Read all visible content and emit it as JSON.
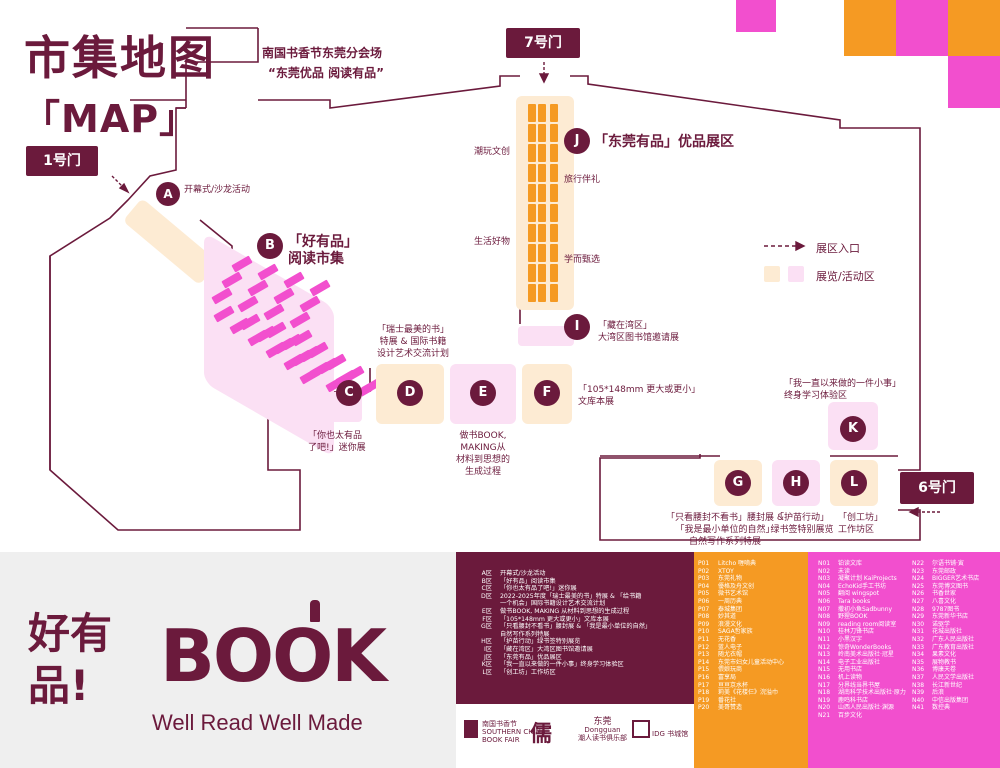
{
  "header": {
    "title": "市集地图",
    "title_en": "「MAP」",
    "subtitle_1": "南国书香节东莞分会场",
    "subtitle_2": "“东莞优品 阅读有品”"
  },
  "doors": {
    "door1": "1号门",
    "door6": "6号门",
    "door7": "7号门"
  },
  "zones": {
    "A": {
      "letter": "A",
      "label": "开幕式/沙龙活动"
    },
    "B": {
      "letter": "B",
      "label_1": "「好有品」",
      "label_2": "阅读市集"
    },
    "C": {
      "letter": "C",
      "label_1": "「你也太有品",
      "label_2": "了吧!」迷你展"
    },
    "D": {
      "letter": "D",
      "label_1": "「瑞士最美的书」",
      "label_2": "特展 & 国际书籍",
      "label_3": "设计艺术交流计划"
    },
    "E": {
      "letter": "E",
      "label_1": "做书BOOK,",
      "label_2": "MAKING从",
      "label_3": "材料到思想的",
      "label_4": "生成过程"
    },
    "F": {
      "letter": "F",
      "label_1": "「105*148mm 更大或更小」",
      "label_2": "文库本展"
    },
    "G": {
      "letter": "G",
      "label_1": "「只看腰封不看书」腰封展 &",
      "label_2": "「我是最小单位的自然」",
      "label_3": "自然写作系列特展"
    },
    "H": {
      "letter": "H",
      "label_1": "「护苗行动」",
      "label_2": "绿书签特别展览"
    },
    "I": {
      "letter": "I",
      "label_1": "「藏在湾区」",
      "label_2": "大湾区图书馆邀请展"
    },
    "J": {
      "letter": "J",
      "label": "「东莞有品」优品展区"
    },
    "K": {
      "letter": "K",
      "label_1": "「我一直以来做的一件小事」",
      "label_2": "终身学习体验区"
    },
    "L": {
      "letter": "L",
      "label_1": "「创工坊」",
      "label_2": "工作坊区"
    }
  },
  "area_labels": {
    "chaowan": "潮玩文创",
    "lvxing": "旅行伴礼",
    "shenghuo": "生活好物",
    "xuexi": "学而甄选"
  },
  "legend": {
    "entrance": "展区入口",
    "exhibition": "展览/活动区"
  },
  "bottom": {
    "slogan_1": "好有",
    "slogan_2": "品!",
    "brand": "BOOK",
    "tagline": "Well Read Well Made"
  },
  "zone_list": [
    {
      "k": "A区",
      "v": "开幕式/沙龙活动"
    },
    {
      "k": "B区",
      "v": "「好有品」阅读市集"
    },
    {
      "k": "C区",
      "v": "「你也太有品了吧!」迷你展"
    },
    {
      "k": "D区",
      "v": "2022-2025年度「瑞士最美的书」特展 & 「给书籍"
    },
    {
      "k": "",
      "v": "一个机会」国际书籍设计艺术交流计划"
    },
    {
      "k": "E区",
      "v": "做书BOOK, MAKING 从材料到思想的生成过程"
    },
    {
      "k": "F区",
      "v": "「105*148mm 更大或更小」文库本展"
    },
    {
      "k": "G区",
      "v": "「只看腰封不看书」腰封展 & 「我是最小单位的自然」"
    },
    {
      "k": "",
      "v": "自然写作系列特展"
    },
    {
      "k": "H区",
      "v": "「护苗行动」绿书签特别展览"
    },
    {
      "k": "I区",
      "v": "「藏在湾区」大湾区图书馆邀请展"
    },
    {
      "k": "J区",
      "v": "「东莞有品」优品展区"
    },
    {
      "k": "K区",
      "v": "「我一直以来做的一件小事」终身学习体验区"
    },
    {
      "k": "L区",
      "v": "「创工坊」工作坊区"
    }
  ],
  "p_list": [
    {
      "k": "P01",
      "v": "Litcho 喱嘀典"
    },
    {
      "k": "P02",
      "v": "XTOY"
    },
    {
      "k": "P03",
      "v": "东莞礼物"
    },
    {
      "k": "P04",
      "v": "優格及舟文创"
    },
    {
      "k": "P05",
      "v": "微书艺术馆"
    },
    {
      "k": "P06",
      "v": "一周历典"
    },
    {
      "k": "P07",
      "v": "泰城集团"
    },
    {
      "k": "P08",
      "v": "妙其道"
    },
    {
      "k": "P09",
      "v": "浪漫文化"
    },
    {
      "k": "P10",
      "v": "SAGA哲家族"
    },
    {
      "k": "P11",
      "v": "无花香"
    },
    {
      "k": "P12",
      "v": "蓝人电子"
    },
    {
      "k": "P13",
      "v": "随尤衣帽"
    },
    {
      "k": "P14",
      "v": "东莞市妇女儿童活动中心"
    },
    {
      "k": "P15",
      "v": "偎娘玩商"
    },
    {
      "k": "P16",
      "v": "富享局"
    },
    {
      "k": "P17",
      "v": "亘亘京水杯"
    },
    {
      "k": "P18",
      "v": "莉美《花楼仨》浣溢巾"
    },
    {
      "k": "P19",
      "v": "番花社"
    },
    {
      "k": "P20",
      "v": "美哥赞造"
    }
  ],
  "n_list_1": [
    {
      "k": "N01",
      "v": "铂读文库"
    },
    {
      "k": "N02",
      "v": "未读"
    },
    {
      "k": "N03",
      "v": "凝聚计划 KaiProjects"
    },
    {
      "k": "N04",
      "v": "EchoKid手工书坊"
    },
    {
      "k": "N05",
      "v": "翻阅 wingspot"
    },
    {
      "k": "N06",
      "v": "Tara books"
    },
    {
      "k": "N07",
      "v": "撒初小鱼Sadbunny"
    },
    {
      "k": "N08",
      "v": "野猩BOOK"
    },
    {
      "k": "N09",
      "v": "reading room阅读室"
    },
    {
      "k": "N10",
      "v": "桂林刀锋书店"
    },
    {
      "k": "N11",
      "v": "小黑汉字"
    },
    {
      "k": "N12",
      "v": "惊奇WonderBooks"
    },
    {
      "k": "N13",
      "v": "岭南美术出版社·冠星"
    },
    {
      "k": "N14",
      "v": "电子工业出版社"
    },
    {
      "k": "N15",
      "v": "无用书店"
    },
    {
      "k": "N16",
      "v": "机上读物"
    },
    {
      "k": "N17",
      "v": "分界线当界书屋"
    },
    {
      "k": "N18",
      "v": "湖南科学技术出版社·原力"
    },
    {
      "k": "N19",
      "v": "鹿鸣科书店"
    },
    {
      "k": "N20",
      "v": "山西人民出版社·渊源"
    },
    {
      "k": "N21",
      "v": "百步文化"
    }
  ],
  "n_list_2": [
    {
      "k": "N22",
      "v": "尔语书铺·寅"
    },
    {
      "k": "N23",
      "v": "东莞邮政"
    },
    {
      "k": "N24",
      "v": "BIGGER艺术书店"
    },
    {
      "k": "N25",
      "v": "东莞博文图书"
    },
    {
      "k": "N26",
      "v": "书香世家"
    },
    {
      "k": "N27",
      "v": "八喜文化"
    },
    {
      "k": "N28",
      "v": "9787图书"
    },
    {
      "k": "N29",
      "v": "东莞新华书店"
    },
    {
      "k": "N30",
      "v": "诺驱学"
    },
    {
      "k": "N31",
      "v": "花城出版社"
    },
    {
      "k": "N32",
      "v": "广东人民出版社"
    },
    {
      "k": "N33",
      "v": "广东教育出版社"
    },
    {
      "k": "N34",
      "v": "果素文化"
    },
    {
      "k": "N35",
      "v": "展物教书"
    },
    {
      "k": "N36",
      "v": "博康天卷"
    },
    {
      "k": "N37",
      "v": "人民文学出版社"
    },
    {
      "k": "N38",
      "v": "长江新世纪"
    },
    {
      "k": "N39",
      "v": "后浪"
    },
    {
      "k": "N40",
      "v": "中信出版集团"
    },
    {
      "k": "N41",
      "v": "数控典"
    }
  ],
  "logos": {
    "logo1_1": "南国书香节",
    "logo1_2": "SOUTHERN CHINA",
    "logo1_3": "BOOK FAIR",
    "logo2": "儒",
    "logo3_1": "东莞",
    "logo3_2": "Dongguan",
    "logo3_3": "潮人读书俱乐部",
    "logo4": "IDG 书城馆"
  },
  "colors": {
    "brand": "#6b1a3c",
    "orange": "#f59a23",
    "magenta": "#f24fce",
    "peach": "#fdebd3",
    "light_pink": "#fbe0f4"
  }
}
